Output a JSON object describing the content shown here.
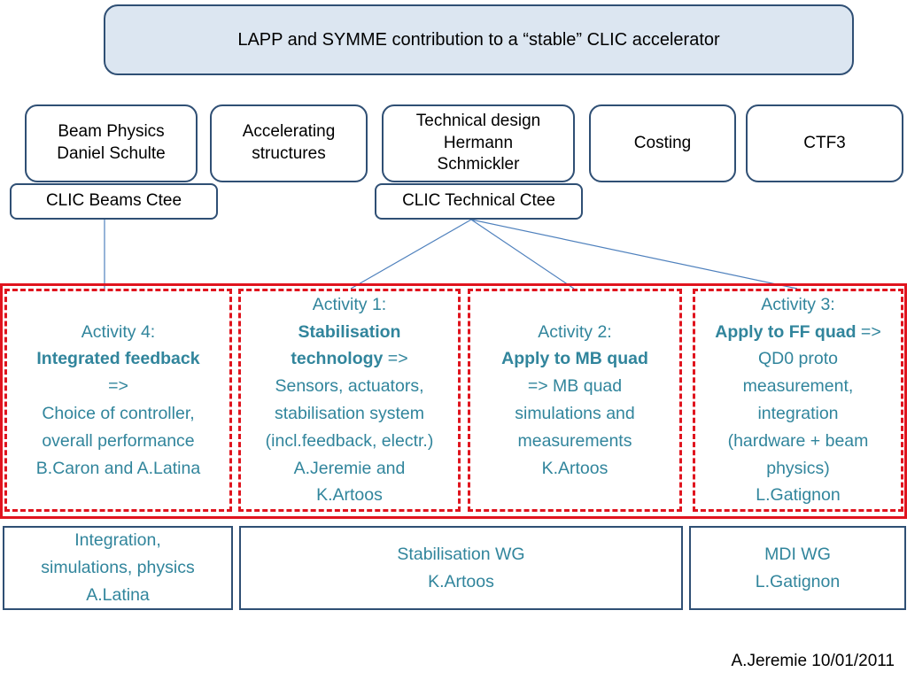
{
  "title": "LAPP and SYMME contribution to a “stable” CLIC accelerator",
  "committees": [
    {
      "lines": [
        "Beam Physics",
        "Daniel Schulte"
      ]
    },
    {
      "lines": [
        "Accelerating",
        "structures"
      ]
    },
    {
      "lines": [
        "Technical design",
        "Hermann",
        "Schmickler"
      ]
    },
    {
      "lines": [
        "Costing"
      ]
    },
    {
      "lines": [
        "CTF3"
      ]
    }
  ],
  "ctee_beams": "CLIC Beams Ctee",
  "ctee_technical": "CLIC Technical Ctee",
  "activities": [
    {
      "label": "Activity 4:",
      "bold": "Integrated feedback",
      "after_bold": "",
      "lines": [
        "=>",
        "Choice of controller,",
        "overall performance",
        "B.Caron and A.Latina"
      ]
    },
    {
      "label": "Activity 1:",
      "bold1": "Stabilisation",
      "bold2": "technology",
      "after_bold": " =>",
      "lines": [
        "Sensors, actuators,",
        "stabilisation system",
        "(incl.feedback, electr.)",
        "A.Jeremie and",
        "K.Artoos"
      ]
    },
    {
      "label": "Activity 2:",
      "bold": "Apply to MB quad",
      "after_bold": "",
      "lines": [
        "=> MB quad",
        "simulations and",
        "measurements",
        "K.Artoos"
      ]
    },
    {
      "label": "Activity 3:",
      "bold": "Apply to FF quad",
      "after_bold": " =>",
      "lines": [
        "QD0 proto",
        "measurement,",
        "integration",
        "(hardware + beam",
        "physics)",
        "L.Gatignon"
      ]
    }
  ],
  "working_groups": [
    {
      "lines": [
        "Integration,",
        "simulations, physics",
        "A.Latina"
      ]
    },
    {
      "lines": [
        "Stabilisation WG",
        "K.Artoos"
      ]
    },
    {
      "lines": [
        "MDI WG",
        "L.Gatignon"
      ]
    }
  ],
  "footer": "A.Jeremie 10/01/2011",
  "colors": {
    "border": "#2f4f74",
    "title_fill": "#dce6f1",
    "red": "#e0141e",
    "teal_text": "#31859c"
  }
}
